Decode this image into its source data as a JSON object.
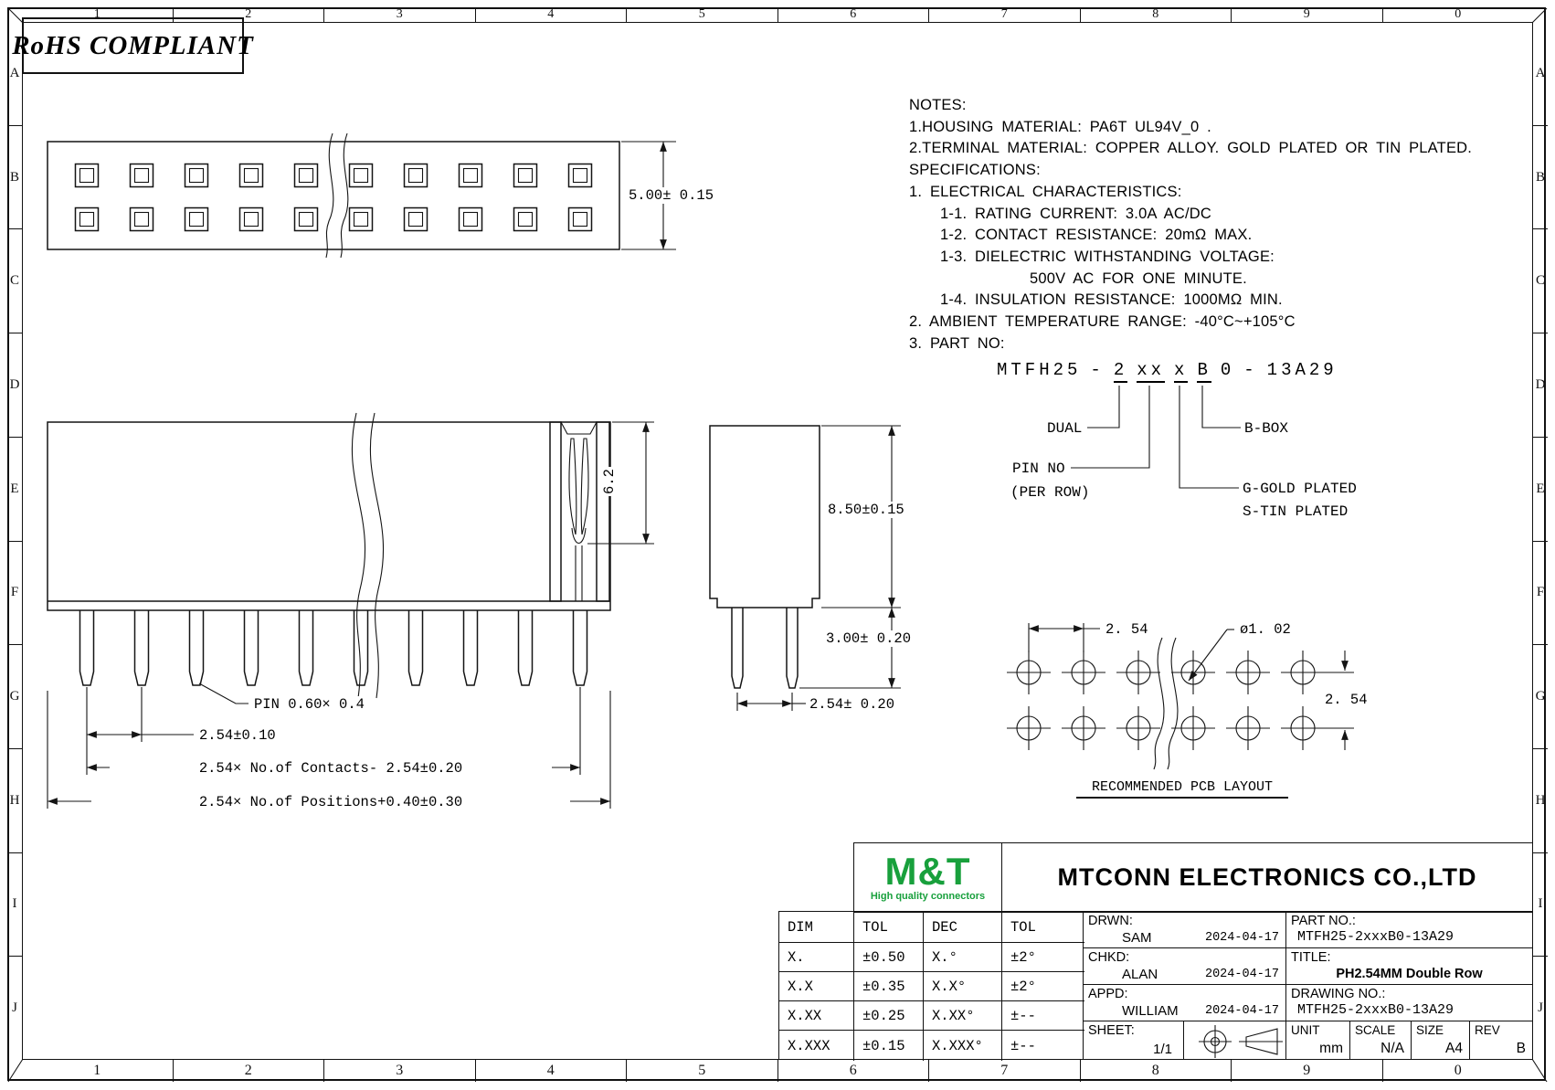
{
  "rohs": "RoHS COMPLIANT",
  "border": {
    "cols": [
      "1",
      "2",
      "3",
      "4",
      "5",
      "6",
      "7",
      "8",
      "9",
      "0"
    ],
    "rows": [
      "A",
      "B",
      "C",
      "D",
      "E",
      "F",
      "G",
      "H",
      "I",
      "J"
    ]
  },
  "notes": {
    "lines": [
      "NOTES:",
      "1.HOUSING MATERIAL: PA6T UL94V_0 .",
      "2.TERMINAL MATERIAL: COPPER ALLOY. GOLD PLATED OR TIN PLATED.",
      "SPECIFICATIONS:",
      "1. ELECTRICAL CHARACTERISTICS:",
      "1-1. RATING CURRENT: 3.0A AC/DC",
      "1-2. CONTACT RESISTANCE: 20mΩ MAX.",
      "1-3. DIELECTRIC WITHSTANDING VOLTAGE:",
      "500V AC FOR ONE MINUTE.",
      "1-4. INSULATION RESISTANCE: 1000MΩ MIN.",
      "2. AMBIENT TEMPERATURE RANGE: -40°C~+105°C",
      "3. PART NO:"
    ]
  },
  "part_no": {
    "prefix": "MTFH25",
    "dash1": "-",
    "dual_digit": "2",
    "pin_no_code": "xx",
    "plating_code": "x",
    "box_code": "B",
    "zero": "0",
    "dash2": "-",
    "suffix": "13A29",
    "labels": {
      "dual": "DUAL",
      "pin_no": "PIN NO",
      "per_row": "(PER ROW)",
      "b_box": "B-BOX",
      "gold": "G-GOLD PLATED",
      "tin": "S-TIN PLATED"
    }
  },
  "dims": {
    "front_height": "5.00± 0.15",
    "slot_depth": "6.2",
    "pin_size": "PIN 0.60× 0.4",
    "pin_pitch": "2.54±0.10",
    "contacts_span": "2.54× No.of Contacts- 2.54±0.20",
    "positions_span": "2.54× No.of Positions+0.40±0.30",
    "body_height": "8.50±0.15",
    "pin_length": "3.00± 0.20",
    "row_pitch": "2.54± 0.20",
    "pcb_pitch_h": "2. 54",
    "pcb_hole_dia": "ø1. 02",
    "pcb_pitch_v": "2. 54",
    "pcb_caption": "RECOMMENDED PCB LAYOUT"
  },
  "title_block": {
    "logo": {
      "text": "M&T",
      "tagline": "High quality connectors",
      "color": "#18A03C"
    },
    "company": "MTCONN ELECTRONICS CO.,LTD",
    "tol_table": {
      "headers": [
        "DIM",
        "TOL",
        "DEC",
        "TOL"
      ],
      "rows": [
        [
          "X.",
          "±0.50",
          "X.°",
          "±2°"
        ],
        [
          "X.X",
          "±0.35",
          "X.X°",
          "±2°"
        ],
        [
          "X.XX",
          "±0.25",
          "X.XX°",
          "±--"
        ],
        [
          "X.XXX",
          "±0.15",
          "X.XXX°",
          "±--"
        ]
      ]
    },
    "drwn": {
      "label": "DRWN:",
      "name": "SAM",
      "date": "2024-04-17"
    },
    "chkd": {
      "label": "CHKD:",
      "name": "ALAN",
      "date": "2024-04-17"
    },
    "appd": {
      "label": "APPD:",
      "name": "WILLIAM",
      "date": "2024-04-17"
    },
    "sheet": {
      "label": "SHEET:",
      "value": "1/1"
    },
    "part_no": {
      "label": "PART NO.:",
      "value": "MTFH25-2xxxB0-13A29"
    },
    "title": {
      "label": "TITLE:",
      "value": "PH2.54MM Double Row"
    },
    "drawing_no": {
      "label": "DRAWING NO.:",
      "value": "MTFH25-2xxxB0-13A29"
    },
    "unit": {
      "label": "UNIT",
      "value": "mm"
    },
    "scale": {
      "label": "SCALE",
      "value": "N/A"
    },
    "size": {
      "label": "SIZE",
      "value": "A4"
    },
    "rev": {
      "label": "REV",
      "value": "B"
    }
  }
}
